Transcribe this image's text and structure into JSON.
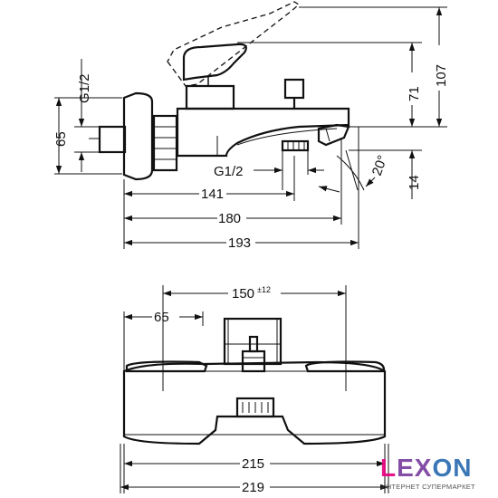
{
  "side_view": {
    "dims": {
      "thread_top": "G1/2",
      "height_65": "65",
      "thread_bottom": "G1/2",
      "len_141": "141",
      "len_180": "180",
      "len_193": "193",
      "height_107": "107",
      "height_71": "71",
      "angle": "20°",
      "spout_14": "14"
    }
  },
  "top_view": {
    "dims": {
      "spacing": "150",
      "spacing_tol": "±12",
      "width_65": "65",
      "width_215": "215",
      "width_219": "219"
    }
  },
  "watermark": {
    "brand": "LEXON",
    "tagline": "ИНТЕРНЕТ СУПЕРМАРКЕТ",
    "colors": {
      "magenta": "#e6007e",
      "purple": "#7a3fa0",
      "blue": "#2b6cb0"
    }
  }
}
